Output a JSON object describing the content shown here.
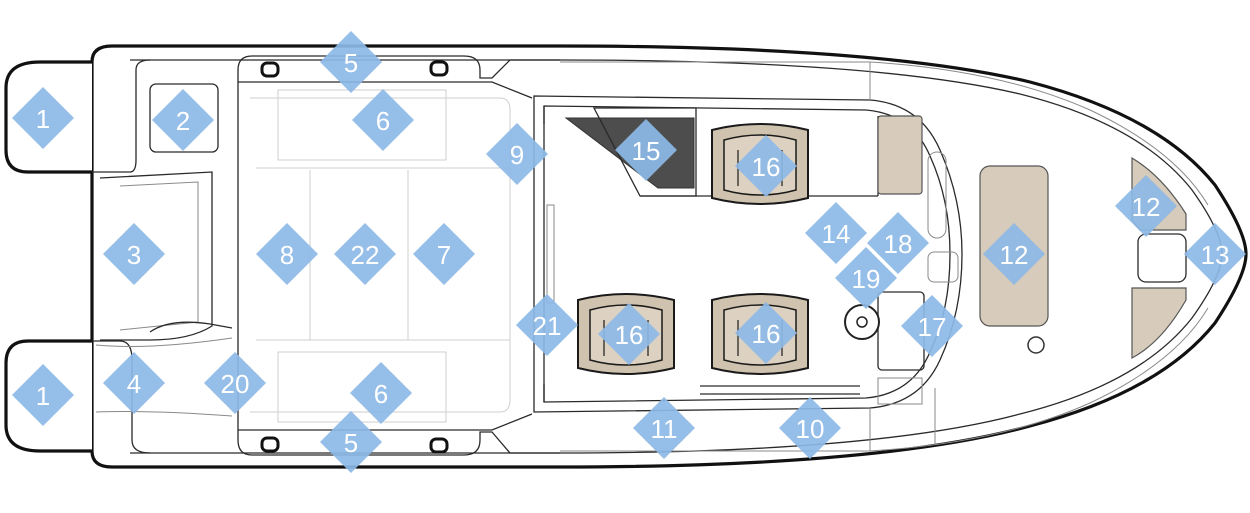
{
  "diagram": {
    "colors": {
      "marker": "#8cb8e6",
      "upholstery": "#d7ccbb",
      "dark_panel": "#4d4d4d"
    },
    "markers": [
      {
        "id": "m1a",
        "label": "1"
      },
      {
        "id": "m1b",
        "label": "1"
      },
      {
        "id": "m2",
        "label": "2"
      },
      {
        "id": "m3",
        "label": "3"
      },
      {
        "id": "m4",
        "label": "4"
      },
      {
        "id": "m5a",
        "label": "5"
      },
      {
        "id": "m5b",
        "label": "5"
      },
      {
        "id": "m6a",
        "label": "6"
      },
      {
        "id": "m6b",
        "label": "6"
      },
      {
        "id": "m7",
        "label": "7"
      },
      {
        "id": "m8",
        "label": "8"
      },
      {
        "id": "m9",
        "label": "9"
      },
      {
        "id": "m10",
        "label": "10"
      },
      {
        "id": "m11",
        "label": "11"
      },
      {
        "id": "m12a",
        "label": "12"
      },
      {
        "id": "m12b",
        "label": "12"
      },
      {
        "id": "m13",
        "label": "13"
      },
      {
        "id": "m14",
        "label": "14"
      },
      {
        "id": "m15",
        "label": "15"
      },
      {
        "id": "m16a",
        "label": "16"
      },
      {
        "id": "m16b",
        "label": "16"
      },
      {
        "id": "m16c",
        "label": "16"
      },
      {
        "id": "m17",
        "label": "17"
      },
      {
        "id": "m18",
        "label": "18"
      },
      {
        "id": "m19",
        "label": "19"
      },
      {
        "id": "m20",
        "label": "20"
      },
      {
        "id": "m21",
        "label": "21"
      },
      {
        "id": "m22",
        "label": "22"
      }
    ]
  }
}
